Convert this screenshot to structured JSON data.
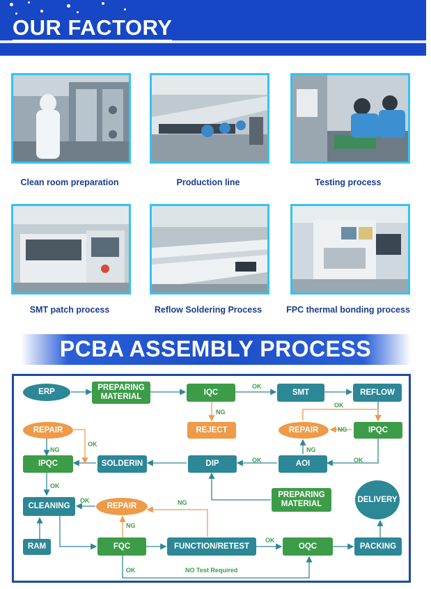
{
  "header": {
    "title": "OUR FACTORY"
  },
  "photos": [
    {
      "caption": "Clean room preparation"
    },
    {
      "caption": "Production line"
    },
    {
      "caption": "Testing process"
    },
    {
      "caption": "SMT patch process"
    },
    {
      "caption": "Reflow Soldering Process"
    },
    {
      "caption": "FPC thermal bonding process"
    }
  ],
  "banner": {
    "title": "PCBA ASSEMBLY PROCESS"
  },
  "flow": {
    "nodes": {
      "erp": "ERP",
      "prep1": "PREPARING\nMATERIAL",
      "iqc": "IQC",
      "smt": "SMT",
      "reflow": "REFLOW",
      "reject": "REJECT",
      "repair_tr": "REPAIR",
      "ipqc_r": "IPQC",
      "repair_tl": "REPAIR",
      "ipqc_l": "IPQC",
      "solderin": "SOLDERIN",
      "dip": "DIP",
      "aoi": "AOI",
      "prep2": "PREPARING\nMATERIAL",
      "delivery": "DELIVERY",
      "cleaning": "CLEANING",
      "repair_c": "REPAIR",
      "ram": "RAM",
      "fqc": "FQC",
      "function": "FUNCTION/RETEST",
      "oqc": "OQC",
      "packing": "PACKING"
    },
    "labels": {
      "ok": "OK",
      "ng": "NG",
      "no_test": "NO Test Required"
    },
    "colors": {
      "green": "#3c9c48",
      "teal": "#2c8796",
      "orange": "#ee9a48",
      "frame": "#1e4aa5",
      "arrow": "#2c8796"
    }
  }
}
